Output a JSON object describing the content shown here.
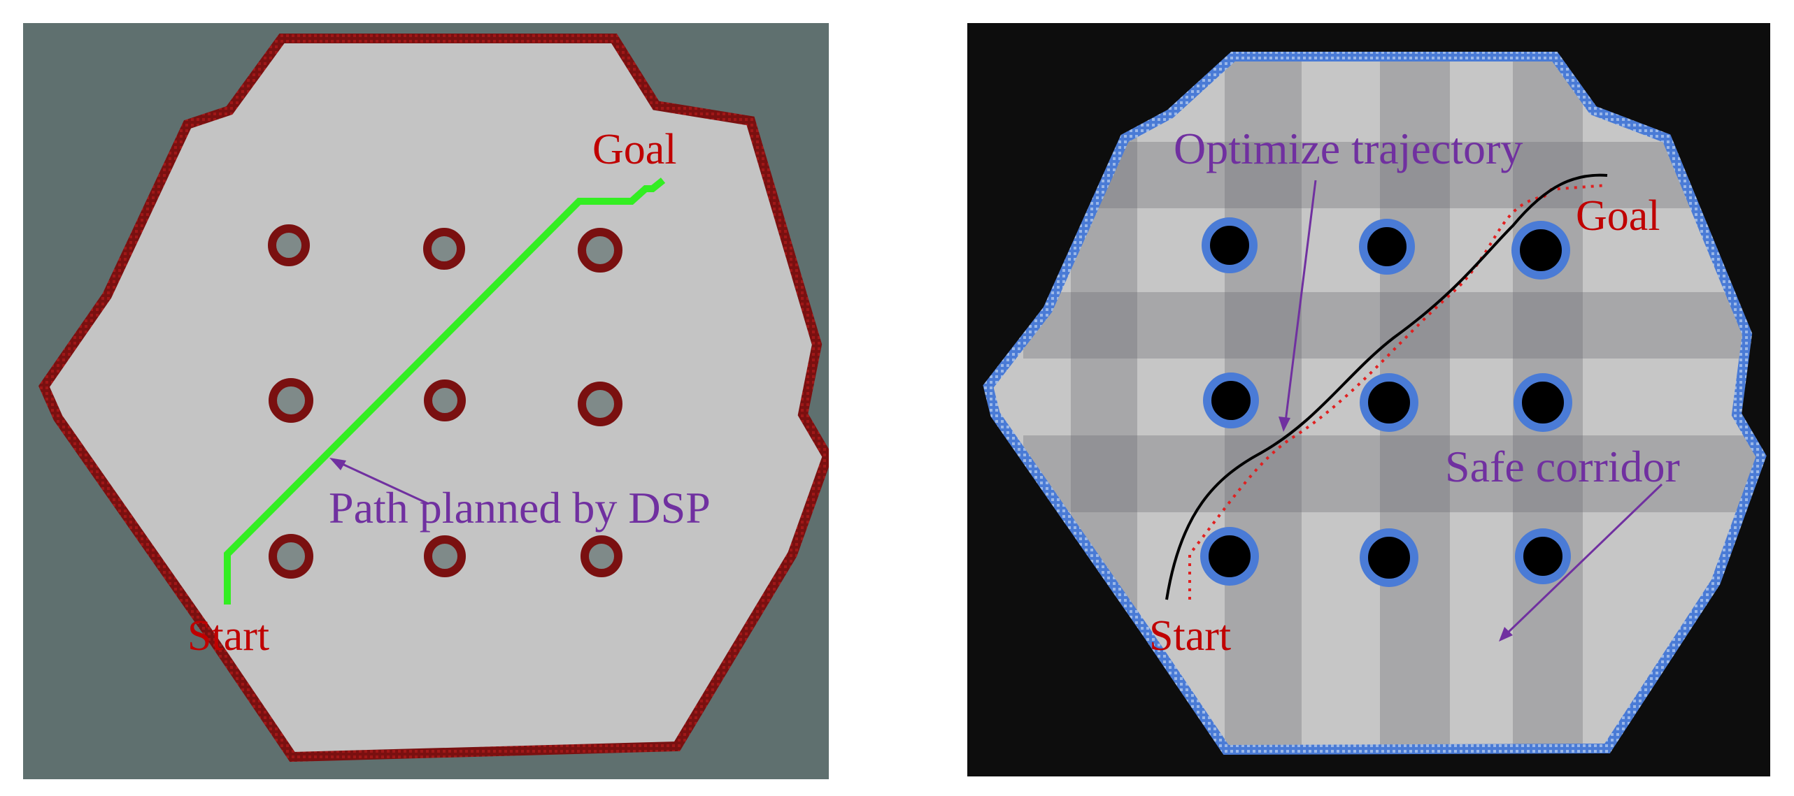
{
  "left_panel": {
    "labels": {
      "goal": "Goal",
      "start": "Start",
      "path_annotation": "Path planned by DSP"
    },
    "colors": {
      "background": "#5f706f",
      "free_space": "#c4c4c4",
      "wall": "#7a1010",
      "path": "#33ee22",
      "label_red": "#c00000",
      "label_purple": "#7030a0"
    }
  },
  "right_panel": {
    "labels": {
      "goal": "Goal",
      "start": "Start",
      "trajectory_annotation": "Optimize trajectory",
      "corridor_annotation": "Safe corridor"
    },
    "colors": {
      "background": "#0d0d0d",
      "free_space": "#c6c6c6",
      "corridor": "#7c7c80",
      "boundary": "#4a7bd6",
      "trajectory": "#000000",
      "path_dotted": "#e02020",
      "label_red": "#c00000",
      "label_purple": "#7030a0"
    }
  }
}
